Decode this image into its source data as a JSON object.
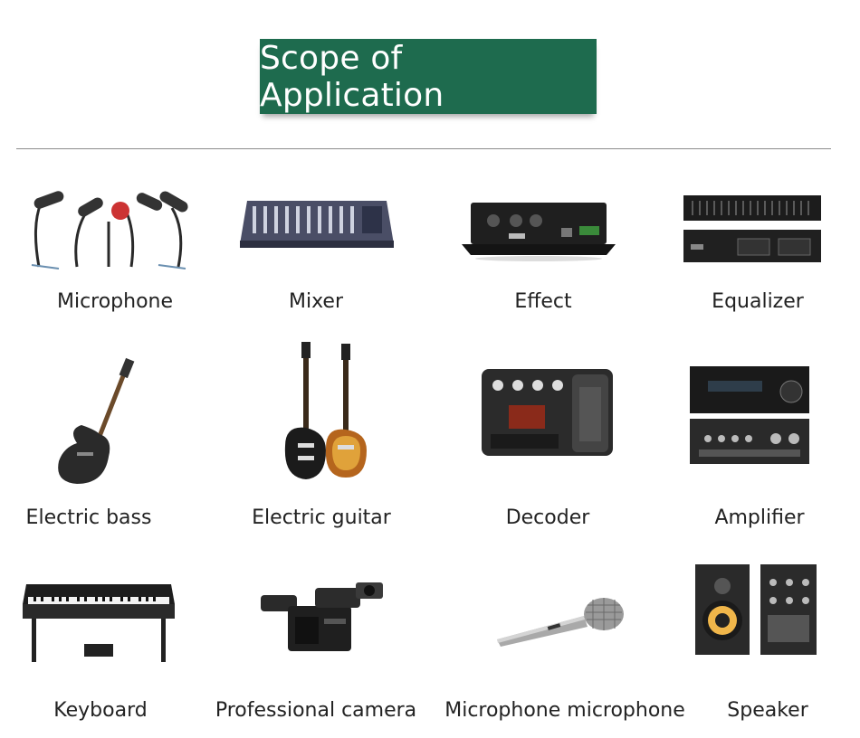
{
  "title": "Scope of Application",
  "items": [
    {
      "label": "Microphone",
      "icon": "microphones-icon"
    },
    {
      "label": "Mixer",
      "icon": "mixer-icon"
    },
    {
      "label": "Effect",
      "icon": "effect-unit-icon"
    },
    {
      "label": "Equalizer",
      "icon": "equalizer-icon"
    },
    {
      "label": "Electric bass",
      "icon": "electric-bass-icon"
    },
    {
      "label": "Electric guitar",
      "icon": "electric-guitar-icon"
    },
    {
      "label": "Decoder",
      "icon": "decoder-pedal-icon"
    },
    {
      "label": "Amplifier",
      "icon": "amplifier-icon"
    },
    {
      "label": "Keyboard",
      "icon": "keyboard-piano-icon"
    },
    {
      "label": "Professional camera",
      "icon": "video-camera-icon"
    },
    {
      "label": "Microphone microphone",
      "icon": "handheld-microphone-icon"
    },
    {
      "label": "Speaker",
      "icon": "speaker-icon"
    }
  ],
  "colors": {
    "banner": "#1e6b4e",
    "text": "#222222",
    "divider": "#8c8c8c"
  }
}
